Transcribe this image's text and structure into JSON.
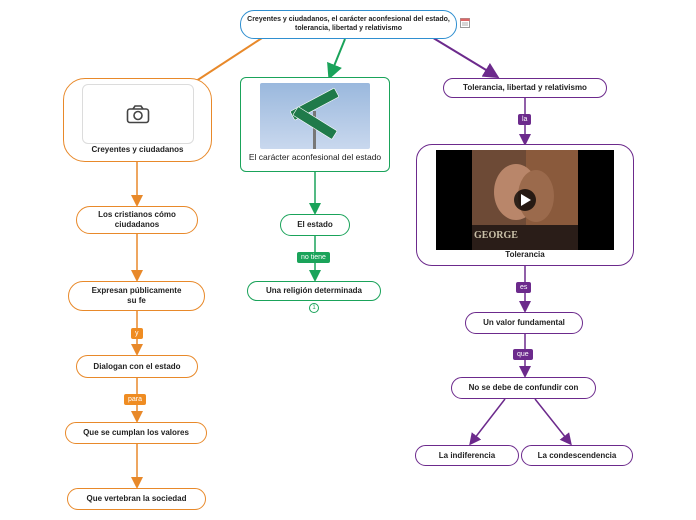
{
  "root": {
    "label": "Creyentes y ciudadanos, el carácter aconfesional del estado, tolerancia, libertad y relativismo"
  },
  "left": {
    "main": "Creyentes y ciudadanos",
    "n1": "Los cristianos cómo ciudadanos",
    "n2": "Expresan públicamente su fe",
    "tag_y": "y",
    "n3": "Dialogan con el estado",
    "tag_para": "para",
    "n4": "Que se cumplan los valores",
    "n5": "Que vertebran la sociedad"
  },
  "middle": {
    "main": "El carácter aconfesional del estado",
    "n1": "El estado",
    "tag_no_tiene": "no tiene",
    "n2": "Una religión determinada",
    "badge": "1"
  },
  "right": {
    "main": "Tolerancia, libertad y relativismo",
    "tag_la": "la",
    "video_label": "Tolerancia",
    "video_overlay": "GEORGE",
    "tag_es": "es",
    "n1": "Un valor fundamental",
    "tag_que": "que",
    "n2": "No se debe de confundir con",
    "leaf1": "La indiferencia",
    "leaf2": "La condescendencia"
  },
  "colors": {
    "orange": "#e8892a",
    "blue": "#2f8fd0",
    "green": "#1aa35a",
    "purple": "#6c2a8c"
  }
}
